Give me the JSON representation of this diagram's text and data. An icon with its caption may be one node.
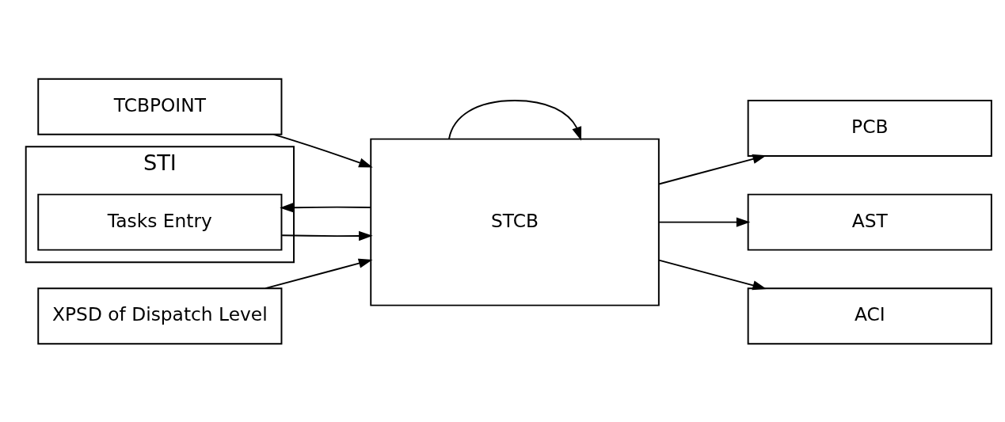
{
  "diagram": {
    "nodes": [
      {
        "text": [
          "TCBPOINT"
        ]
      },
      {
        "text": [
          "STI"
        ]
      },
      {
        "text": [
          "Tasks Entry"
        ],
        "in": 1
      },
      {
        "text": [
          "XPSD of Dispatch Level"
        ]
      },
      {
        "text": [
          "STCB"
        ]
      },
      {
        "text": [
          "PCB"
        ]
      },
      {
        "text": [
          "AST"
        ]
      },
      {
        "text": [
          "ACI"
        ]
      }
    ],
    "edges": [
      {
        "from": 0,
        "to": 4,
        "arrow": "to"
      },
      {
        "from": 2,
        "to": 4,
        "arrow": "to"
      },
      {
        "from": 3,
        "to": 4,
        "arrow": "to"
      },
      {
        "from": 4,
        "to": 4,
        "arrow": "to"
      },
      {
        "from": 4,
        "to": 5,
        "arrow": "to"
      },
      {
        "from": 4,
        "to": 6,
        "arrow": "to"
      },
      {
        "from": 4,
        "to": 7,
        "arrow": "to"
      },
      {
        "from": 4,
        "to": 2,
        "arrow": "to"
      }
    ]
  }
}
